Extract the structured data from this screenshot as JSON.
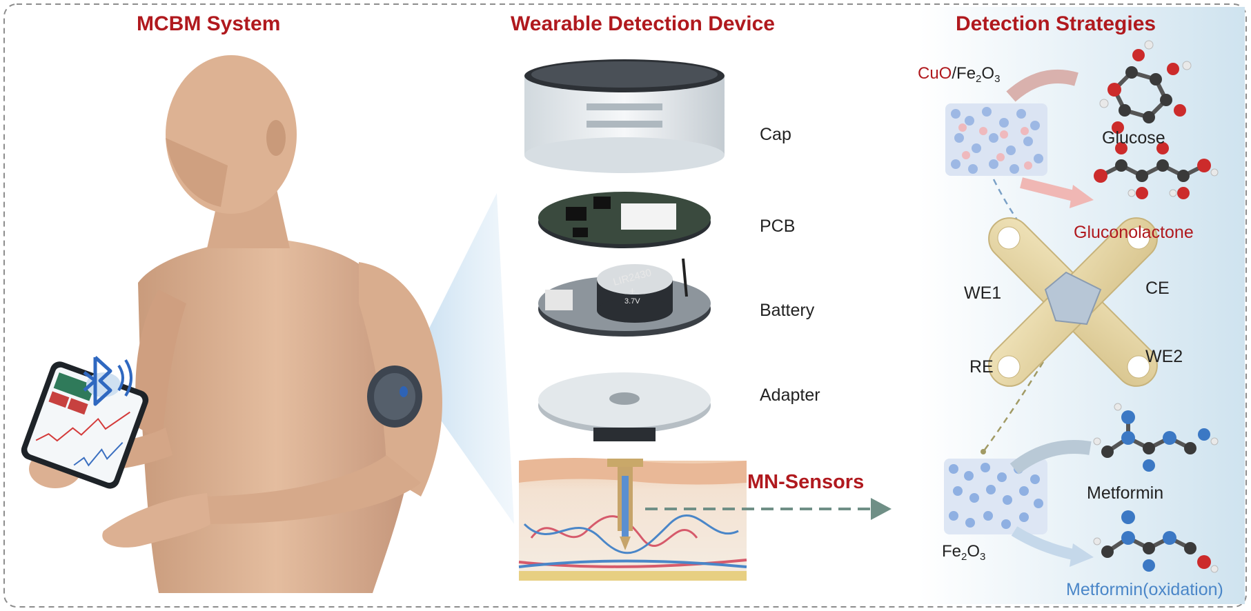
{
  "headers": {
    "system": "MCBM System",
    "device": "Wearable  Detection Device",
    "strategies": "Detection Strategies"
  },
  "device_layers": {
    "cap": "Cap",
    "pcb": "PCB",
    "battery": "Battery",
    "adapter": "Adapter"
  },
  "battery_print": {
    "model": "LIR2430",
    "plus": "+",
    "voltage": "3.7V"
  },
  "sensor_label": "MN-Sensors",
  "strategies": {
    "catalyst_top_a": "CuO",
    "catalyst_top_b": "/Fe",
    "sub2": "2",
    "O": "O",
    "sub3": "3",
    "glucose": "Glucose",
    "gluconolactone": "Gluconolactone",
    "electrodes": {
      "we1": "WE1",
      "ce": "CE",
      "re": "RE",
      "we2": "WE2"
    },
    "catalyst_bottom": "Fe",
    "metformin": "Metformin",
    "metformin_ox_a": "Metformin",
    "metformin_ox_b": "(oxidation)"
  },
  "colors": {
    "header_red": "#b0191e",
    "label_blue": "#4a86c8",
    "arrow_gray": "#6f8f86"
  }
}
